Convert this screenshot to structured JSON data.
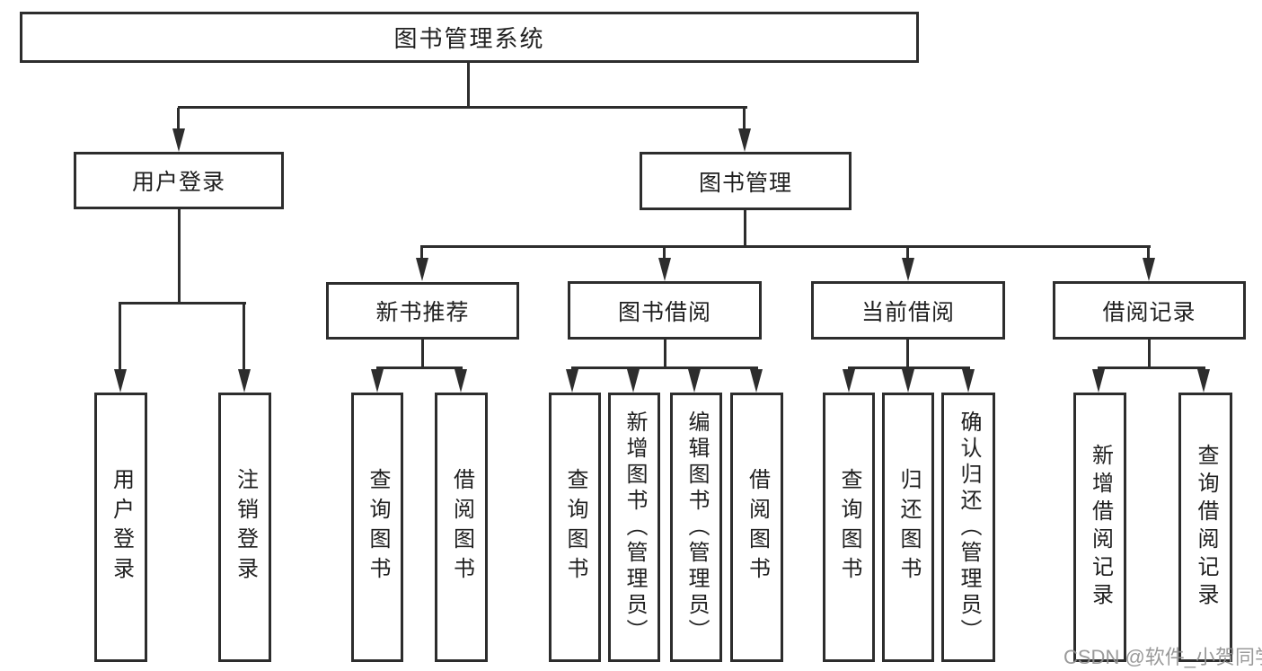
{
  "tree": {
    "root": {
      "label": "图书管理系统",
      "children": [
        {
          "label": "用户登录",
          "children": [
            {
              "label": "用户登录"
            },
            {
              "label": "注销登录"
            }
          ]
        },
        {
          "label": "图书管理",
          "children": [
            {
              "label": "新书推荐",
              "children": [
                {
                  "label": "查询图书"
                },
                {
                  "label": "借阅图书"
                }
              ]
            },
            {
              "label": "图书借阅",
              "children": [
                {
                  "label": "查询图书"
                },
                {
                  "label": "新增图书（管理员）"
                },
                {
                  "label": "编辑图书（管理员）"
                },
                {
                  "label": "借阅图书"
                }
              ]
            },
            {
              "label": "当前借阅",
              "children": [
                {
                  "label": "查询图书"
                },
                {
                  "label": "归还图书"
                },
                {
                  "label": "确认归还（管理员）"
                }
              ]
            },
            {
              "label": "借阅记录",
              "children": [
                {
                  "label": "新增借阅记录"
                },
                {
                  "label": "查询借阅记录"
                }
              ]
            }
          ]
        }
      ]
    }
  },
  "watermark": "CSDN @软件_小贺同学",
  "colors": {
    "line": "#2d2d2d",
    "text": "#1f1f1f",
    "watermark": "#919191",
    "background": "#ffffff"
  }
}
